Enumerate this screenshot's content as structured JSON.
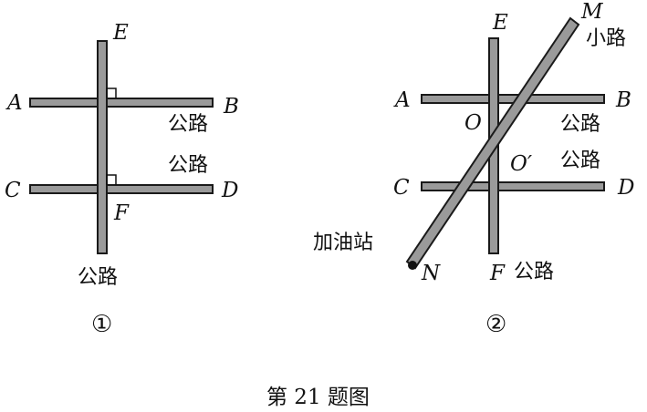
{
  "figure1": {
    "labels": {
      "E": "E",
      "A": "A",
      "B": "B",
      "C": "C",
      "D": "D",
      "F": "F"
    },
    "road_label_ab": "公路",
    "road_label_cd": "公路",
    "road_label_ef": "公路",
    "caption": "①"
  },
  "figure2": {
    "labels": {
      "E": "E",
      "M": "M",
      "A": "A",
      "B": "B",
      "O": "O",
      "O_prime": "O′",
      "C": "C",
      "D": "D",
      "N": "N",
      "F": "F"
    },
    "path_label": "小路",
    "road_label_ab": "公路",
    "road_label_cd": "公路",
    "road_label_ef": "公路",
    "station_label": "加油站",
    "caption": "②"
  },
  "title": "第 21 题图"
}
